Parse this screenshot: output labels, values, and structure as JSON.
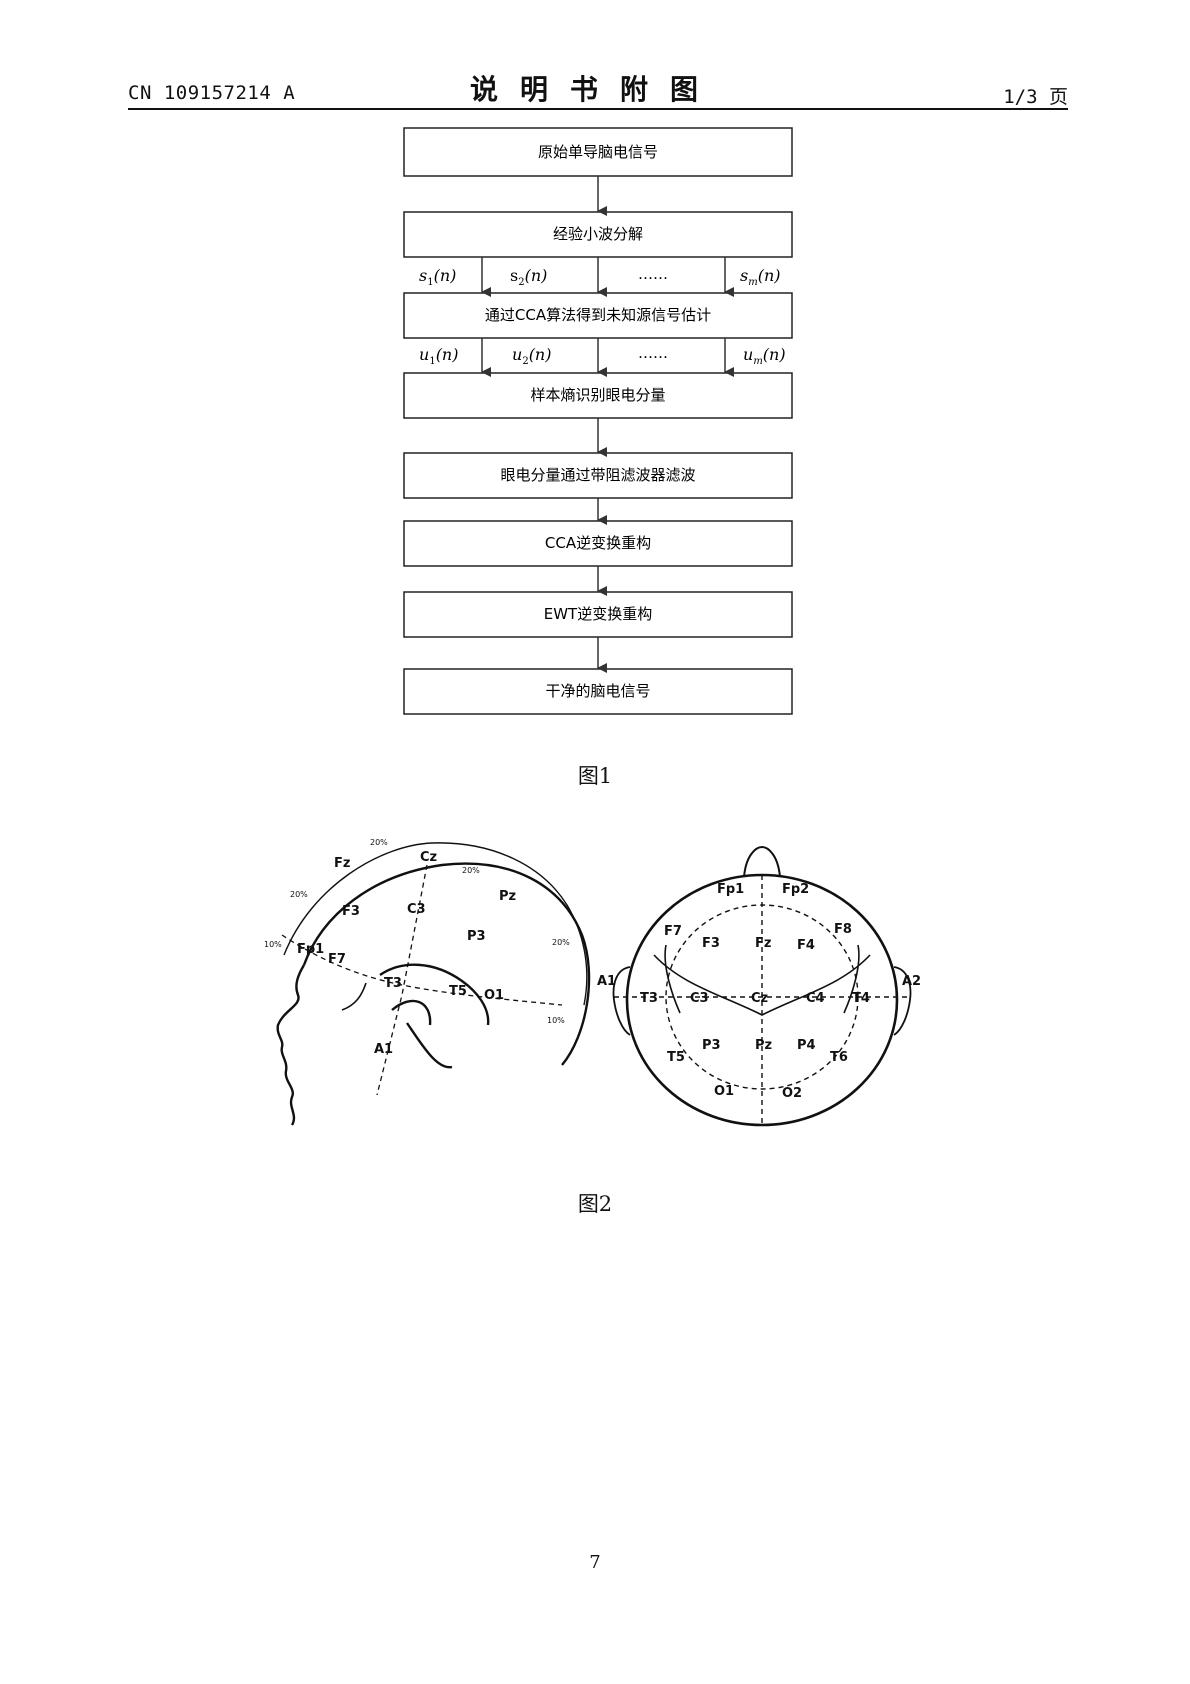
{
  "header": {
    "patent_no": "CN 109157214 A",
    "title": "说明书附图",
    "page": "1/3 页"
  },
  "figure1": {
    "caption": "图1",
    "boxes": [
      "原始单导脑电信号",
      "经验小波分解",
      "通过CCA算法得到未知源信号估计",
      "样本熵识别眼电分量",
      "眼电分量通过带阻滤波器滤波",
      "CCA逆变换重构",
      "EWT逆变换重构",
      "干净的脑电信号"
    ],
    "row1_labels": {
      "first": {
        "base": "s",
        "sub": "1",
        "arg": "(n)"
      },
      "second": {
        "base": "s",
        "sub": "2",
        "arg": "(n)"
      },
      "dots": "……",
      "last": {
        "base": "s",
        "sub": "m",
        "arg": "(n)"
      }
    },
    "row2_labels": {
      "first": {
        "base": "u",
        "sub": "1",
        "arg": "(n)"
      },
      "second": {
        "base": "u",
        "sub": "2",
        "arg": "(n)"
      },
      "dots": "……",
      "last": {
        "base": "u",
        "sub": "m",
        "arg": "(n)"
      }
    }
  },
  "figure2": {
    "caption": "图2",
    "side_view": {
      "labels": [
        "Fz",
        "Cz",
        "Pz",
        "F3",
        "C3",
        "P3",
        "Fp1",
        "F7",
        "T3",
        "T5",
        "O1",
        "A1"
      ],
      "percent": [
        "20%",
        "20%",
        "20%",
        "20%",
        "10%",
        "10%"
      ]
    },
    "top_view": {
      "labels": [
        "Fp1",
        "Fp2",
        "F7",
        "F8",
        "F3",
        "Fz",
        "F4",
        "A1",
        "A2",
        "T3",
        "C3",
        "Cz",
        "C4",
        "T4",
        "P3",
        "Pz",
        "P4",
        "T5",
        "T6",
        "O1",
        "O2"
      ]
    }
  },
  "footer": {
    "page_number": "7"
  }
}
